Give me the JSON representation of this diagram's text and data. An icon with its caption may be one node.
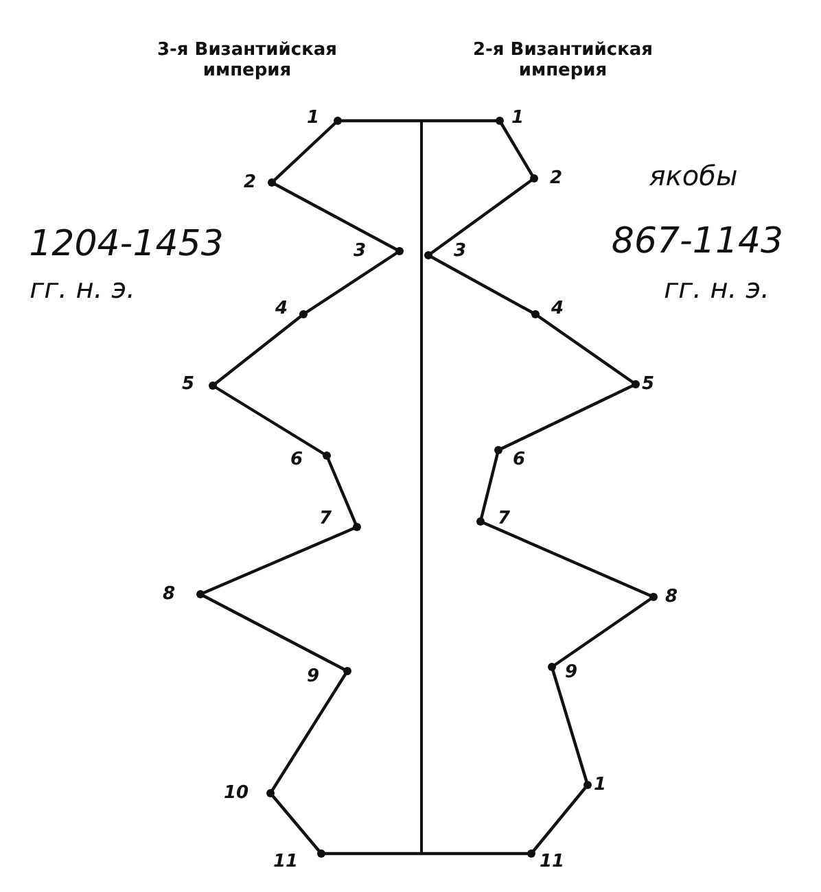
{
  "diagram": {
    "labels": [
      "3-я Византийская империя",
      "2-я Византийская империя",
      "1",
      "1",
      "2",
      "якобы",
      "2",
      "1204-1453",
      "3",
      "3",
      "867-1143",
      "гг. н. э.",
      "гг. н. э.",
      "4",
      "4",
      "5",
      "5",
      "6",
      "6",
      "7",
      "7",
      "8",
      "8",
      "9",
      "9",
      "10",
      "1",
      "11",
      "11"
    ]
  }
}
